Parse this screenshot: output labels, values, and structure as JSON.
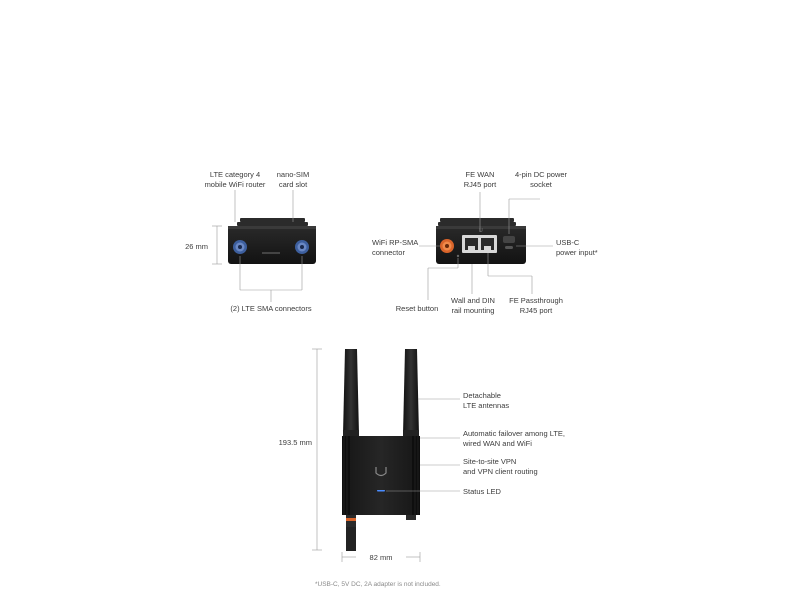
{
  "top_left": {
    "callout_lte": [
      "LTE category 4",
      "mobile WiFi router"
    ],
    "callout_sim": [
      "nano-SIM",
      "card slot"
    ],
    "dim_height": "26 mm",
    "callout_sma": "(2) LTE SMA connectors"
  },
  "top_right": {
    "callout_wan": [
      "FE WAN",
      "RJ45 port"
    ],
    "callout_dc": [
      "4-pin DC power",
      "socket"
    ],
    "callout_wifi": [
      "WiFi RP-SMA",
      "connector"
    ],
    "callout_usbc": [
      "USB-C",
      "power input*"
    ],
    "callout_reset": "Reset button",
    "callout_mount": [
      "Wall and DIN",
      "rail mounting"
    ],
    "callout_fe": [
      "FE Passthrough",
      "RJ45 port"
    ]
  },
  "bottom": {
    "dim_height": "193.5 mm",
    "dim_width": "82 mm",
    "callout_antennas": [
      "Detachable",
      "LTE antennas"
    ],
    "callout_failover": [
      "Automatic failover among LTE,",
      "wired WAN and WiFi"
    ],
    "callout_vpn": [
      "Site-to-site VPN",
      "and VPN client routing"
    ],
    "callout_led": "Status LED"
  },
  "footnote": "*USB-C, 5V DC, 2A adapter is not included.",
  "colors": {
    "device_body": "#1c1c1c",
    "connector_blue": "#3d5f9e",
    "connector_orange": "#d9642a",
    "status_led": "#4a8cff",
    "leader_line": "#9a9a9a"
  }
}
